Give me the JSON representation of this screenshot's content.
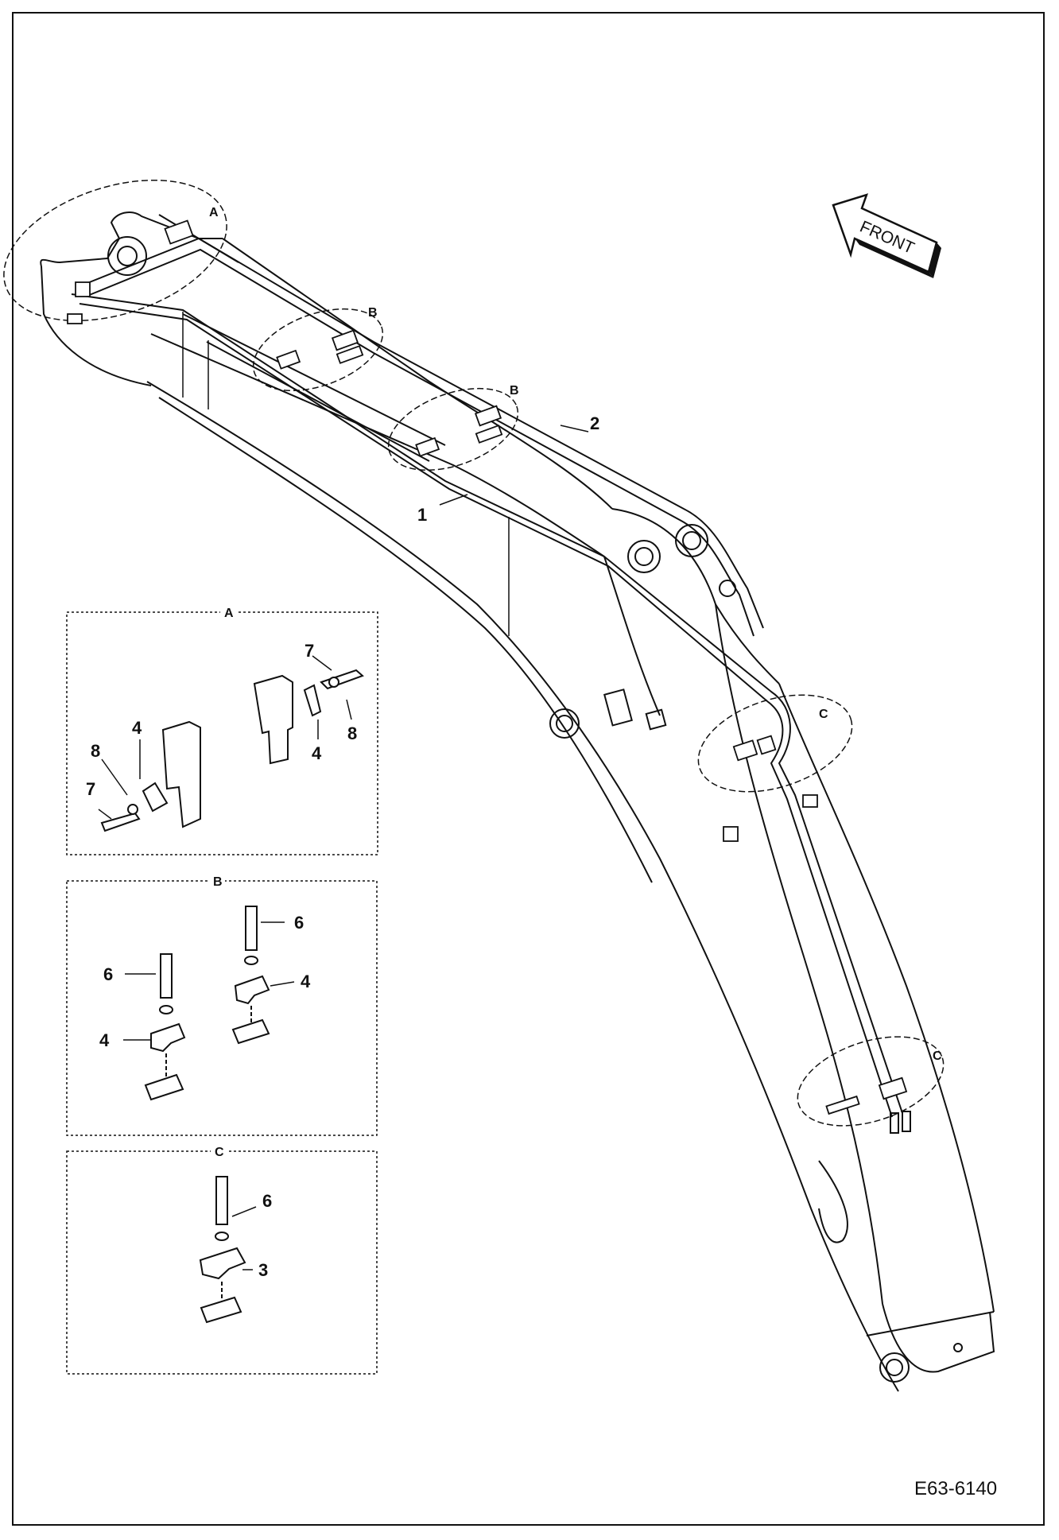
{
  "drawing": {
    "number": "E63-6140",
    "front_label": "FRONT"
  },
  "view_tags": {
    "a": "A",
    "b": "B",
    "c": "C"
  },
  "callouts": {
    "n1": "1",
    "n2": "2",
    "n3": "3",
    "n4": "4",
    "n6": "6",
    "n7": "7",
    "n8": "8"
  },
  "detail_panels": [
    {
      "tag": "A",
      "labels": [
        "7",
        "8",
        "4",
        "8",
        "7",
        "4"
      ]
    },
    {
      "tag": "B",
      "labels": [
        "6",
        "6",
        "4",
        "4"
      ]
    },
    {
      "tag": "C",
      "labels": [
        "6",
        "3"
      ]
    }
  ]
}
